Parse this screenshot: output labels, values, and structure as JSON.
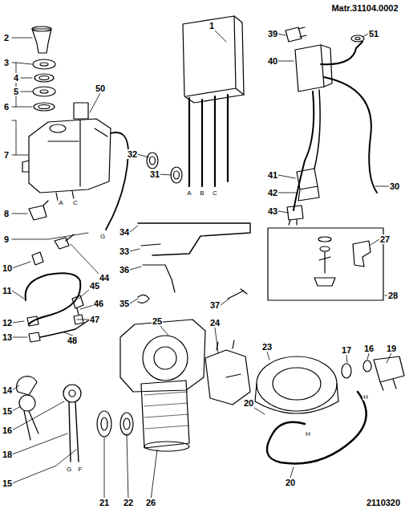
{
  "diagram": {
    "labels": [
      "Matr.31104.0002",
      "1",
      "2",
      "3",
      "4",
      "5",
      "6",
      "7",
      "50",
      "8",
      "9",
      "10",
      "44",
      "11",
      "12",
      "13",
      "45",
      "46",
      "47",
      "48",
      "14",
      "15",
      "16",
      "18",
      "15",
      "21",
      "22",
      "26",
      "25",
      "24",
      "23",
      "17",
      "16",
      "19",
      "20",
      "20",
      "31",
      "32",
      "34",
      "33",
      "36",
      "35",
      "37",
      "28",
      "27",
      "39",
      "51",
      "40",
      "30",
      "41",
      "42",
      "43",
      "A",
      "B",
      "C",
      "A",
      "C",
      "G",
      "H",
      "H",
      "G",
      "F",
      "2110320"
    ]
  }
}
